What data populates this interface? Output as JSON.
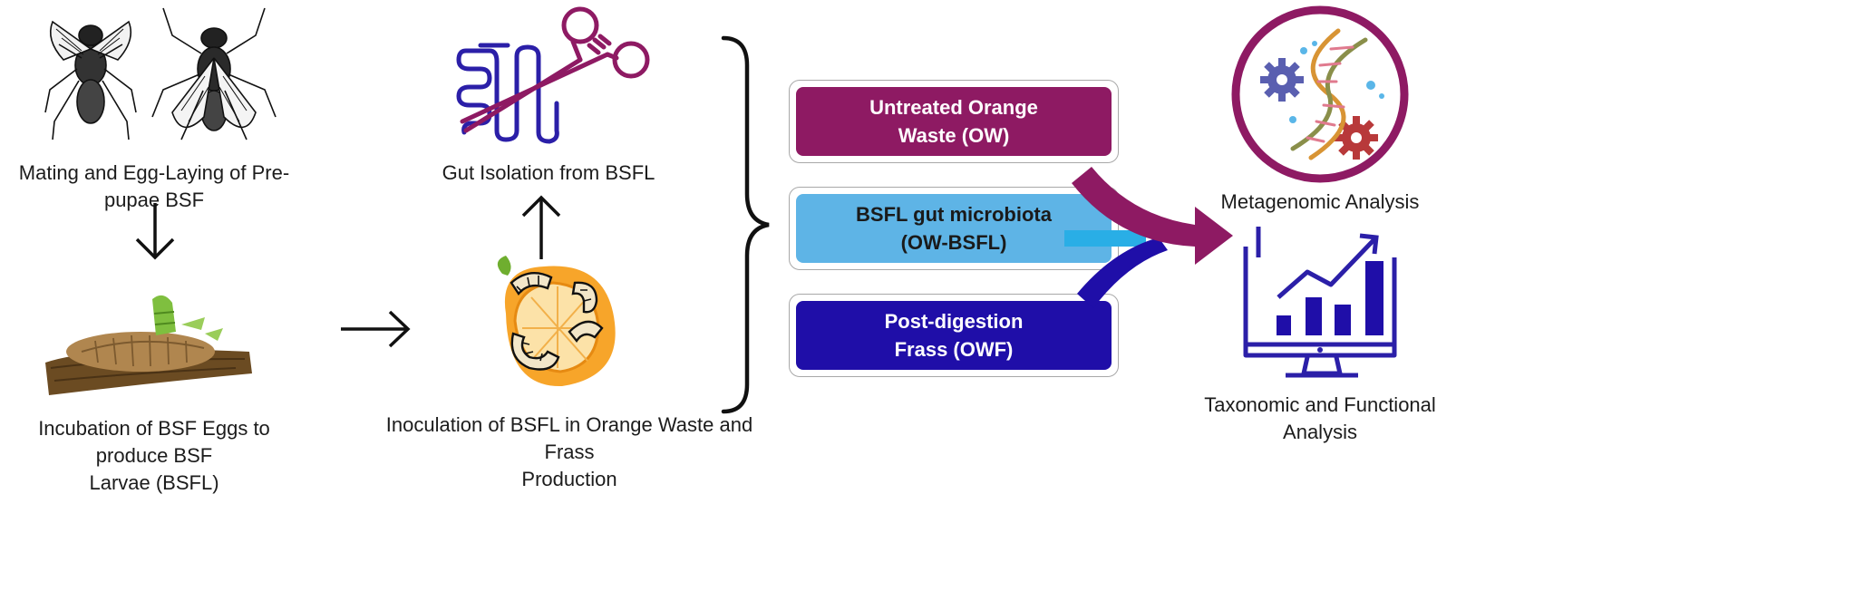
{
  "steps": {
    "mating_caption": "Mating and Egg-Laying of Pre-pupae BSF",
    "incubation_caption_line1": "Incubation of BSF Eggs to produce BSF",
    "incubation_caption_line2": "Larvae (BSFL)",
    "inoculation_caption_line1": "Inoculation of BSFL in Orange Waste and Frass",
    "inoculation_caption_line2": "Production",
    "gut_caption": "Gut Isolation from BSFL"
  },
  "samples": [
    {
      "line1": "Untreated Orange",
      "line2": "Waste (OW)",
      "fill": "#8e1a63",
      "text_color": "#ffffff"
    },
    {
      "line1": "BSFL gut microbiota",
      "line2": "(OW-BSFL)",
      "fill": "#5eb4e6",
      "text_color": "#1a1a1a"
    },
    {
      "line1": "Post-digestion",
      "line2": "Frass (OWF)",
      "fill": "#1f0ea8",
      "text_color": "#ffffff"
    }
  ],
  "analyses": {
    "metagenomic_caption": "Metagenomic Analysis",
    "taxonomic_caption_line1": "Taxonomic and Functional",
    "taxonomic_caption_line2": "Analysis"
  },
  "colors": {
    "purple": "#8e1a63",
    "light_blue": "#29aee6",
    "dark_blue": "#1f0ea8",
    "arrow_black": "#111111"
  },
  "icons": [
    "fly-icon",
    "larva-icon",
    "orange-larvae-icon",
    "intestine-scissors-icon",
    "dna-gears-icon",
    "monitor-chart-icon"
  ]
}
